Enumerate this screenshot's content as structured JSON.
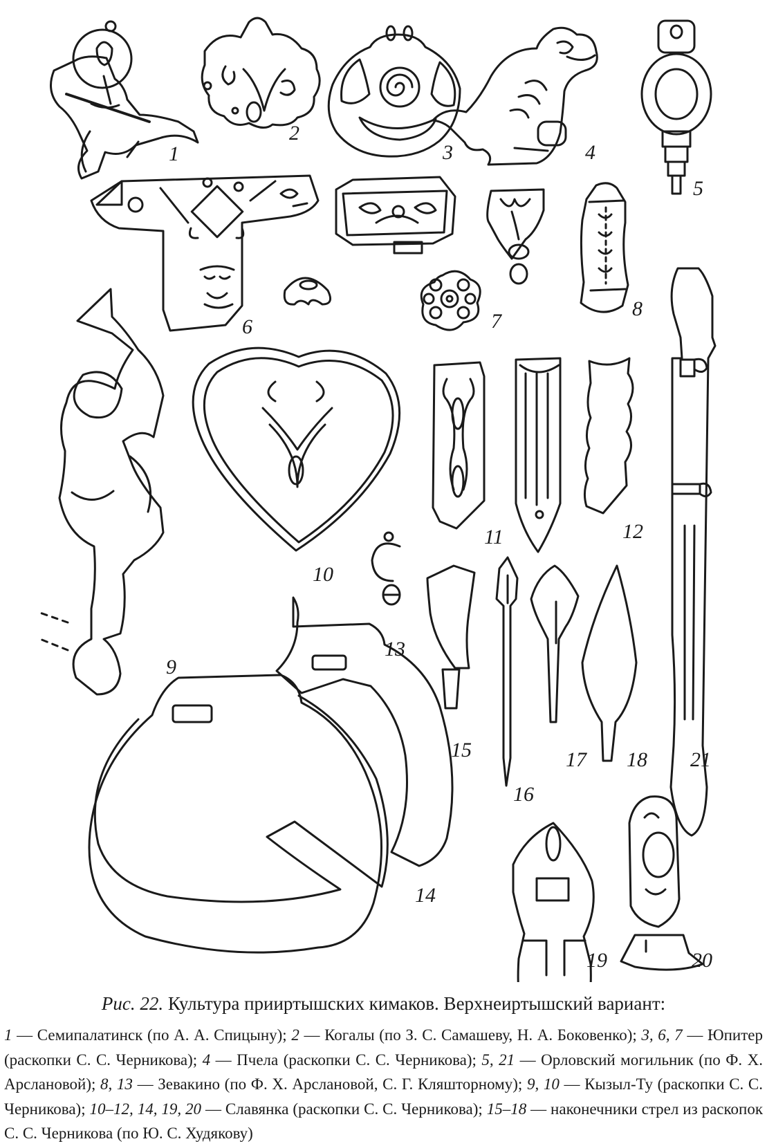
{
  "figure": {
    "labels": [
      "1",
      "2",
      "3",
      "4",
      "5",
      "6",
      "7",
      "8",
      "9",
      "10",
      "11",
      "12",
      "13",
      "14",
      "15",
      "16",
      "17",
      "18",
      "19",
      "20",
      "21"
    ]
  },
  "caption": {
    "prefix": "Рис. 22.",
    "title": "Культура прииртышских кимаков. Верхнеиртышский вариант:",
    "entries": [
      {
        "ref": "1",
        "text": " — Семипалатинск (по А. А. Спицыну); "
      },
      {
        "ref": "2",
        "text": " — Когалы (по З. С. Самашеву, Н. А. Боковенко); "
      },
      {
        "ref": "3, 6, 7",
        "text": " — Юпитер (раскопки С. С. Черникова); "
      },
      {
        "ref": "4",
        "text": " — Пчела (раскопки С. С. Черникова); "
      },
      {
        "ref": "5, 21",
        "text": " — Орловский могильник (по Ф. Х. Арслановой); "
      },
      {
        "ref": "8, 13",
        "text": " — Зевакино (по Ф. Х. Арслановой, С. Г. Кляшторному); "
      },
      {
        "ref": "9, 10",
        "text": " — Кызыл-Ту (раскопки С. С. Черникова); "
      },
      {
        "ref": "10–12, 14, 19, 20",
        "text": " — Славянка (раскопки С. С. Черникова); "
      },
      {
        "ref": "15–18",
        "text": " — наконечники стрел из раскопок С. С. Черникова (по Ю. С. Худякову)"
      }
    ]
  }
}
